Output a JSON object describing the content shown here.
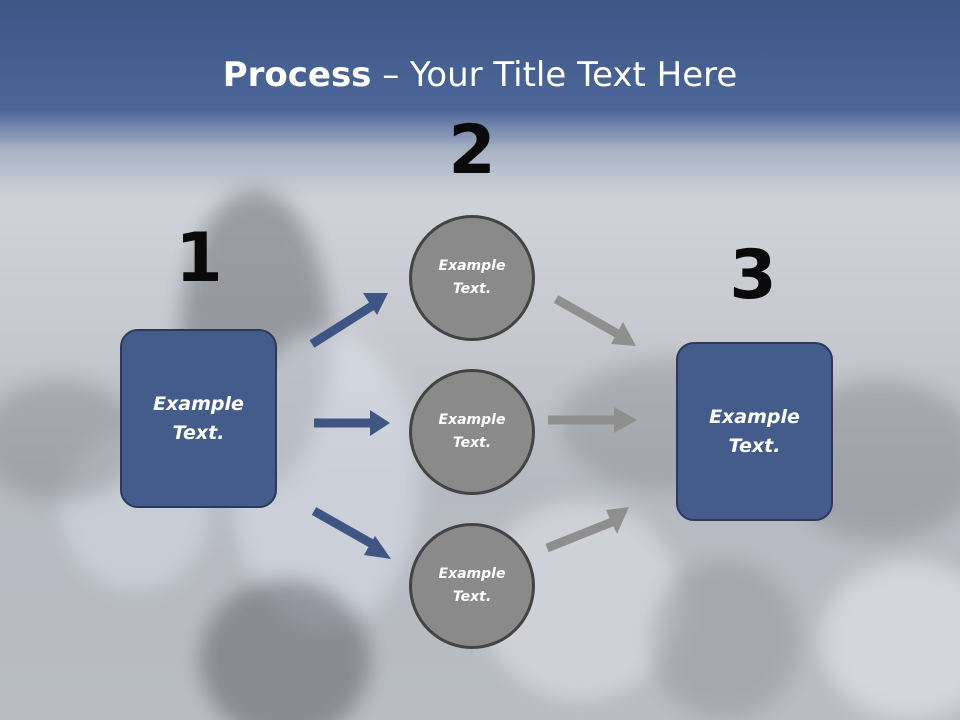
{
  "title": {
    "bold_part": "Process",
    "rest": " – Your Title Text Here"
  },
  "steps": [
    {
      "number": "1",
      "label": "Example Text."
    },
    {
      "number": "2",
      "label": "Example Text."
    },
    {
      "number": "3",
      "label": "Example Text."
    }
  ],
  "circles": [
    {
      "label": "Example Text."
    },
    {
      "label": "Example Text."
    },
    {
      "label": "Example Text."
    }
  ],
  "colors": {
    "header_blue": "#4d6699",
    "box_fill": "#435c8c",
    "box_border": "#2b3a5a",
    "circle_fill": "#8a8a8a",
    "circle_border": "#444444",
    "arrow_blue": "#3f5583",
    "arrow_gray": "#8f8f8f",
    "number_color": "#0a0a0a"
  }
}
